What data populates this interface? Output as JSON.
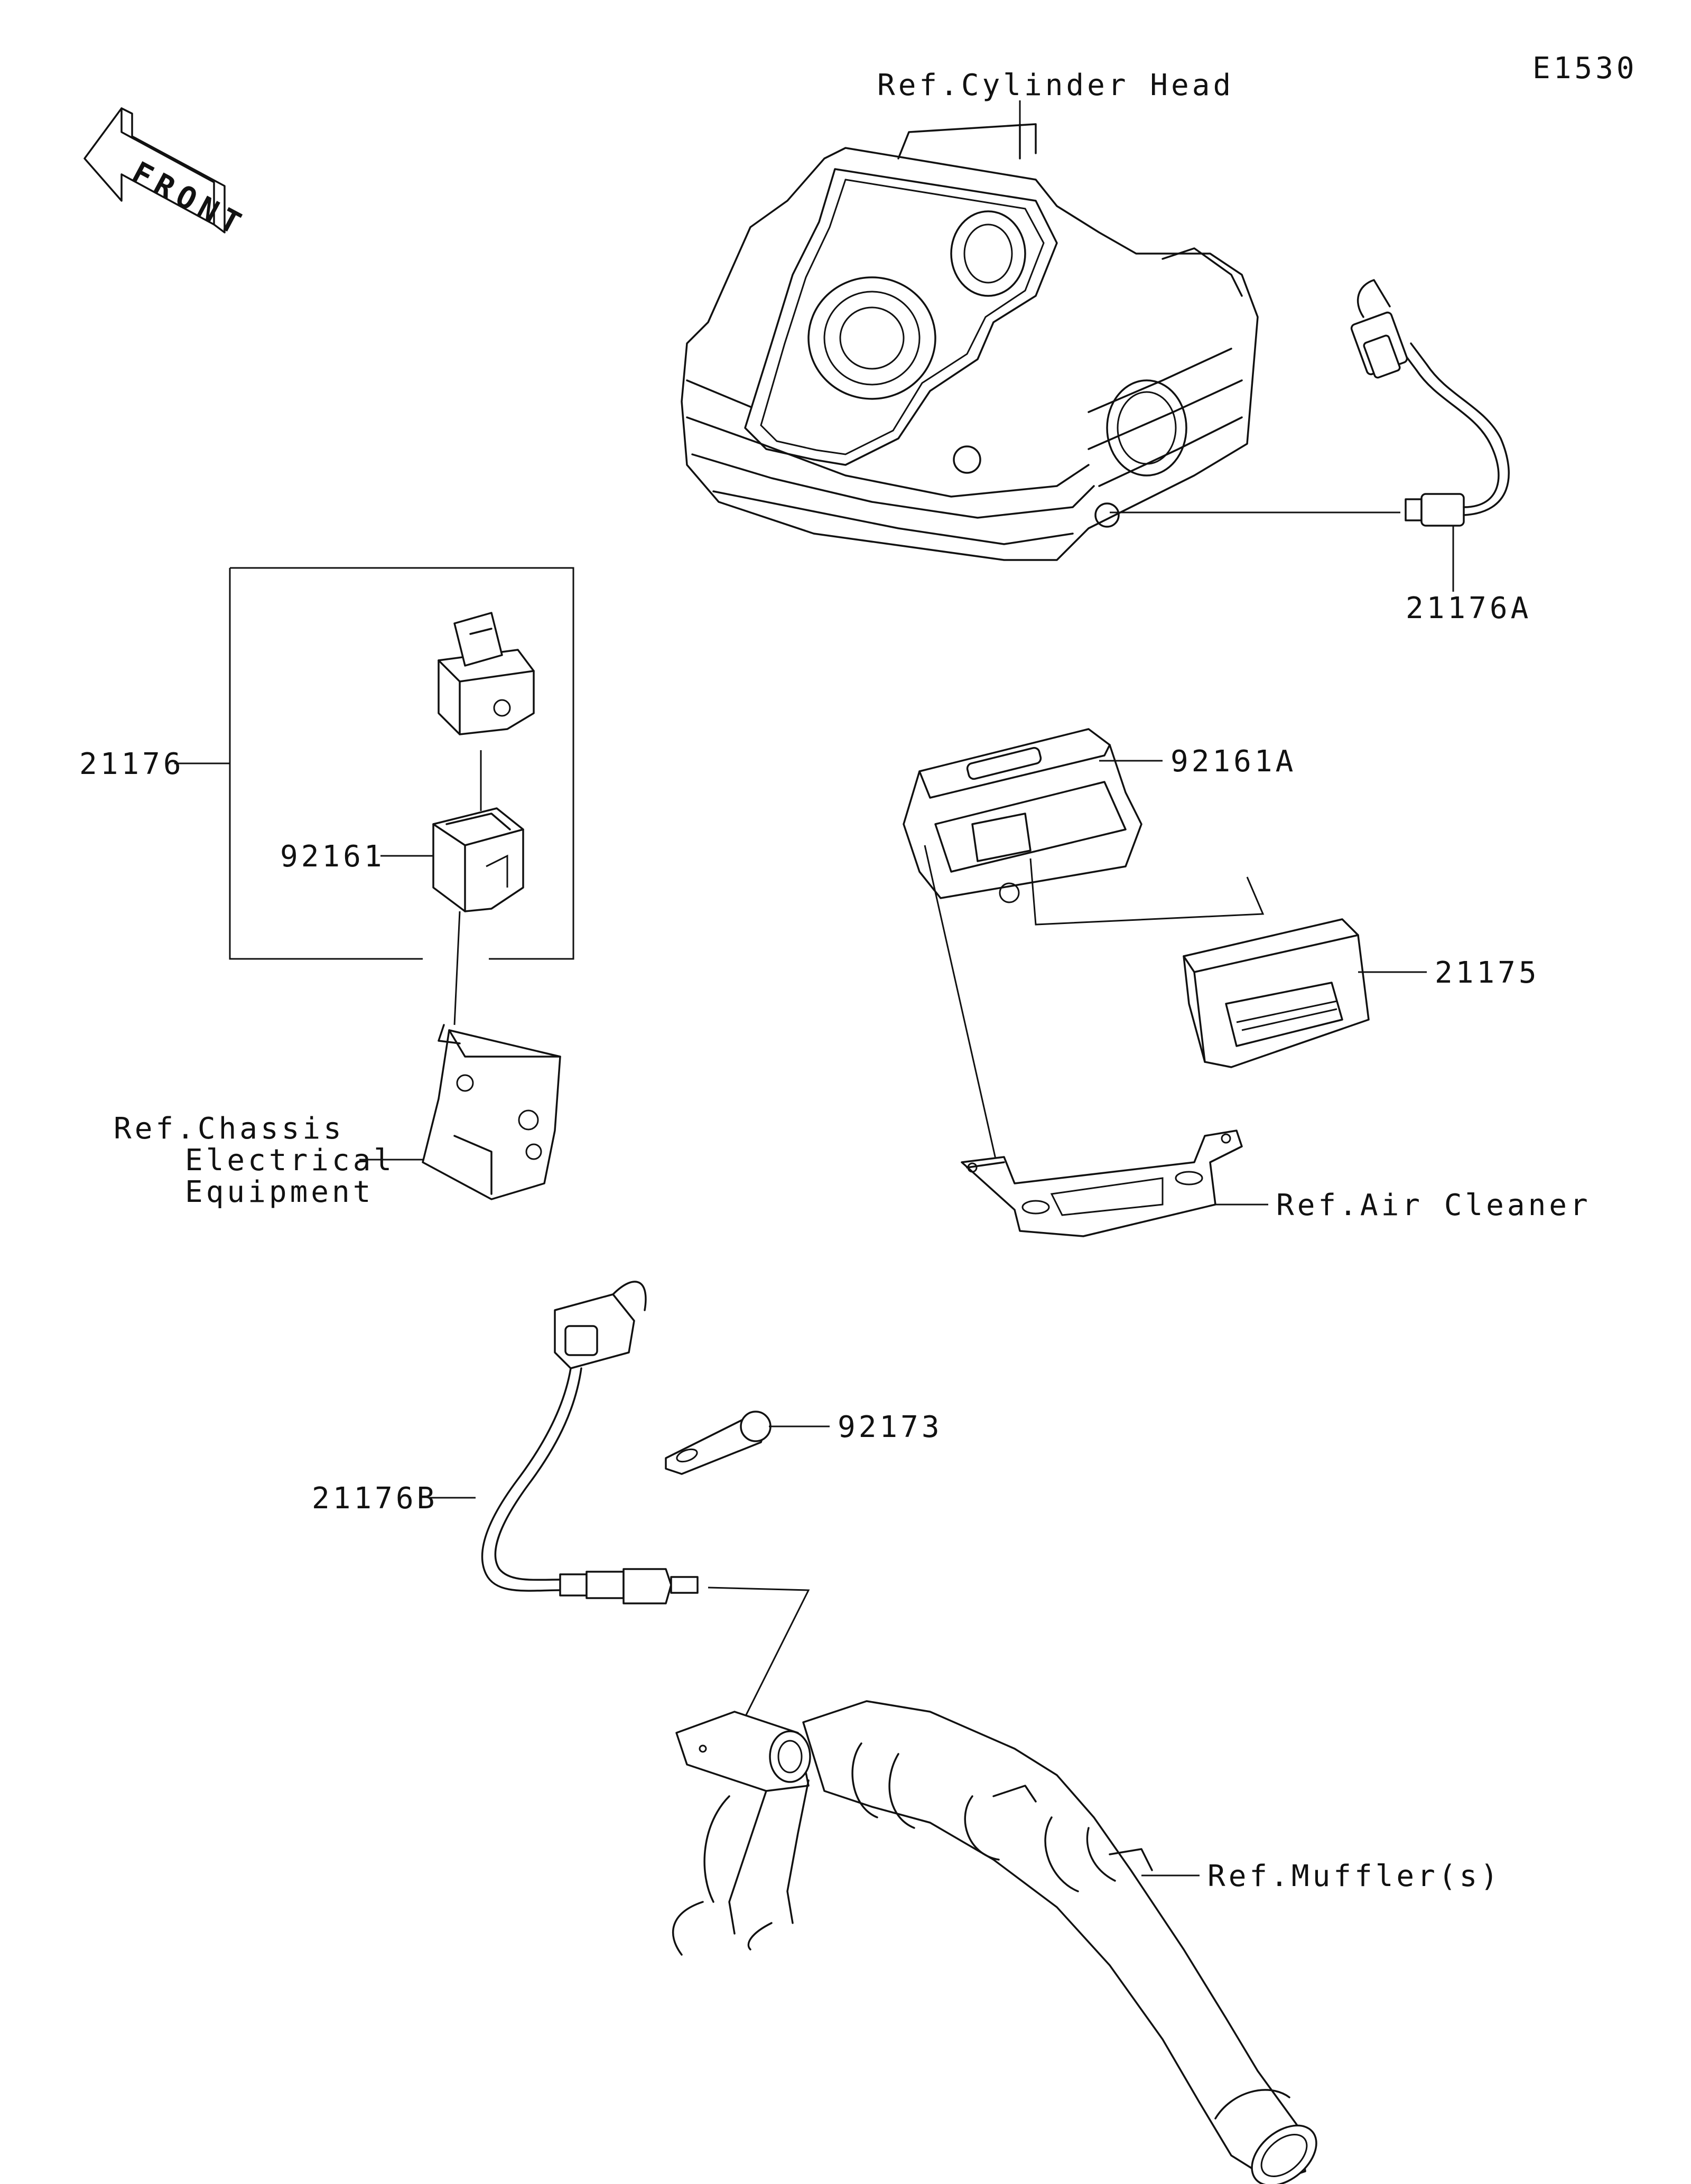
{
  "diagram_code": "E1530",
  "front_label": "FRONT",
  "labels": {
    "ref_cylinder_head": "Ref.Cylinder Head",
    "part_21176A": "21176A",
    "part_21176": "21176",
    "part_92161": "92161",
    "part_92161A": "92161A",
    "part_21175": "21175",
    "ref_chassis_1": "Ref.Chassis",
    "ref_chassis_2": "Electrical",
    "ref_chassis_3": "Equipment",
    "ref_air_cleaner": "Ref.Air Cleaner",
    "part_92173": "92173",
    "part_21176B": "21176B",
    "ref_muffler": "Ref.Muffler(s)"
  }
}
